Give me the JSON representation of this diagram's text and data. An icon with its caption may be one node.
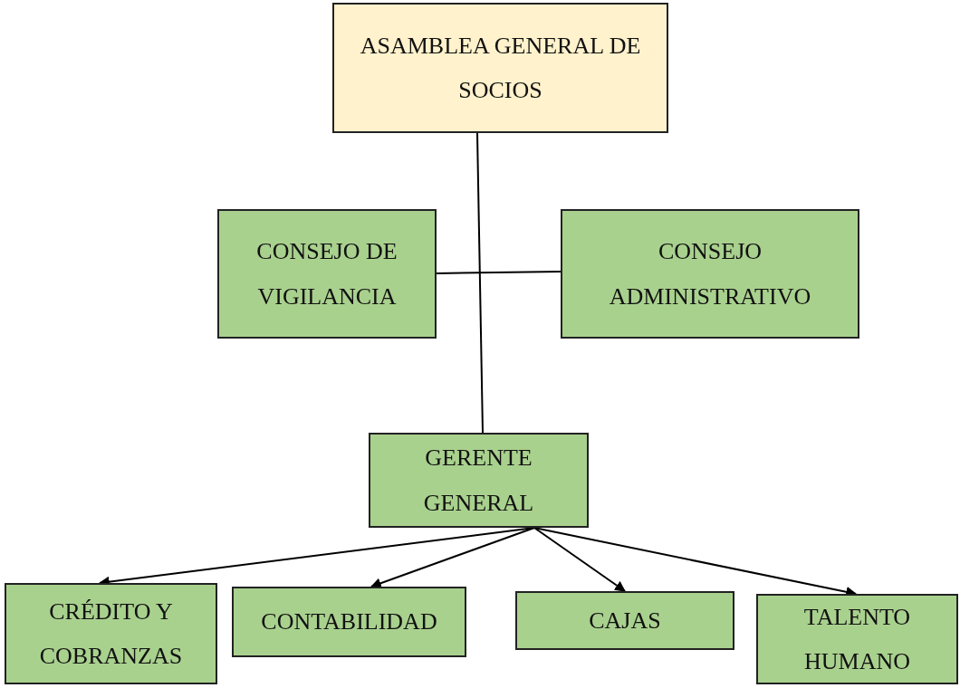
{
  "diagram": {
    "nodes": [
      {
        "text": [
          "ASAMBLEA GENERAL DE SOCIOS"
        ]
      },
      {
        "text": [
          "CONSEJO DE VIGILANCIA"
        ]
      },
      {
        "text": [
          "CONSEJO ADMINISTRATIVO"
        ]
      },
      {
        "text": [
          "GERENTE GENERAL"
        ]
      },
      {
        "text": [
          "CRÉDITO Y COBRANZAS"
        ]
      },
      {
        "text": [
          "CONTABILIDAD"
        ]
      },
      {
        "text": [
          "CAJAS"
        ]
      },
      {
        "text": [
          "TALENTO HUMANO"
        ]
      }
    ],
    "edges": [
      {
        "from": 0,
        "to": 3,
        "arrow": "none"
      },
      {
        "from": 1,
        "to": 2,
        "arrow": "none"
      },
      {
        "from": 3,
        "to": 4,
        "arrow": "to"
      },
      {
        "from": 3,
        "to": 5,
        "arrow": "to"
      },
      {
        "from": 3,
        "to": 6,
        "arrow": "to"
      },
      {
        "from": 3,
        "to": 7,
        "arrow": "to"
      }
    ]
  }
}
